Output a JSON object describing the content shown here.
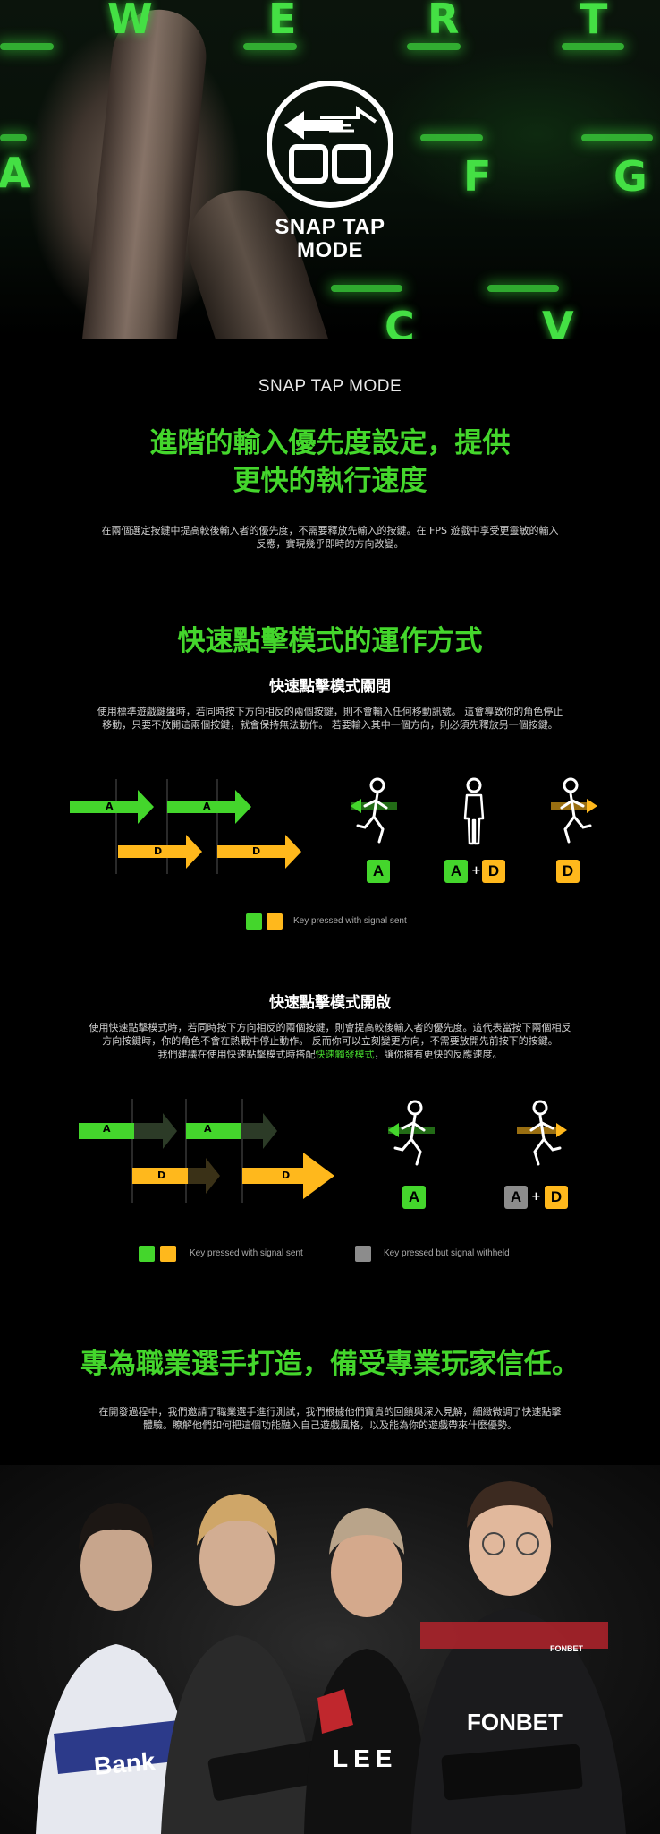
{
  "hero": {
    "badge_line1": "SNAP TAP",
    "badge_line2": "MODE",
    "key_letters": [
      "W",
      "E",
      "R",
      "T",
      "A",
      "F",
      "G",
      "C",
      "V"
    ]
  },
  "intro": {
    "small_title": "SNAP TAP MODE",
    "headline_line1": "進階的輸入優先度設定，提供",
    "headline_line2": "更快的執行速度",
    "desc_line1": "在兩個選定按鍵中提高較後輸入者的優先度，不需要釋放先輸入的按鍵。在 FPS 遊戲中享受更靈敏的輸入",
    "desc_line2": "反應，實現幾乎即時的方向改變。"
  },
  "how": {
    "headline": "快速點擊模式的運作方式",
    "off": {
      "title": "快速點擊模式關閉",
      "desc_line1": "使用標準遊戲鍵盤時，若同時按下方向相反的兩個按鍵，則不會輸入任何移動訊號。 這會導致你的角色停止",
      "desc_line2": "移動，只要不放開這兩個按鍵，就會保持無法動作。 若要輸入其中一個方向，則必須先釋放另一個按鍵。",
      "arrow_a": "A",
      "arrow_d": "D",
      "keys": [
        "A",
        "A",
        "+",
        "D",
        "D"
      ],
      "legend_sent": "Key pressed with signal sent"
    },
    "on": {
      "title": "快速點擊模式開啟",
      "desc_line1": "使用快速點擊模式時，若同時按下方向相反的兩個按鍵，則會提高較後輸入者的優先度。這代表當按下兩個相反",
      "desc_line2": "方向按鍵時，你的角色不會在熱戰中停止動作。 反而你可以立刻變更方向，不需要放開先前按下的按鍵。",
      "desc_line3_pre": "我們建議在使用快速點擊模式時搭配",
      "desc_line3_link": "快速觸發模式",
      "desc_line3_post": "，讓你擁有更快的反應速度。",
      "arrow_a": "A",
      "arrow_d": "D",
      "keys": [
        "A",
        "A",
        "+",
        "D"
      ],
      "legend_sent": "Key pressed with signal sent",
      "legend_withheld": "Key pressed but signal withheld"
    }
  },
  "pro": {
    "headline": "專為職業選手打造，備受專業玩家信任。",
    "desc_line1": "在開發過程中，我們邀請了職業選手進行測試，我們根據他們寶貴的回饋與深入見解，細緻微調了快速點擊",
    "desc_line2": "體驗。瞭解他們如何把這個功能融入自己遊戲風格，以及能為你的遊戲帶來什麼優勢。",
    "jersey_texts": [
      "Bank",
      "LEE",
      "FONBET",
      "FONBET"
    ]
  },
  "colors": {
    "green": "#44d62c",
    "yellow": "#ffb81c",
    "grey": "#8c8c8c"
  }
}
